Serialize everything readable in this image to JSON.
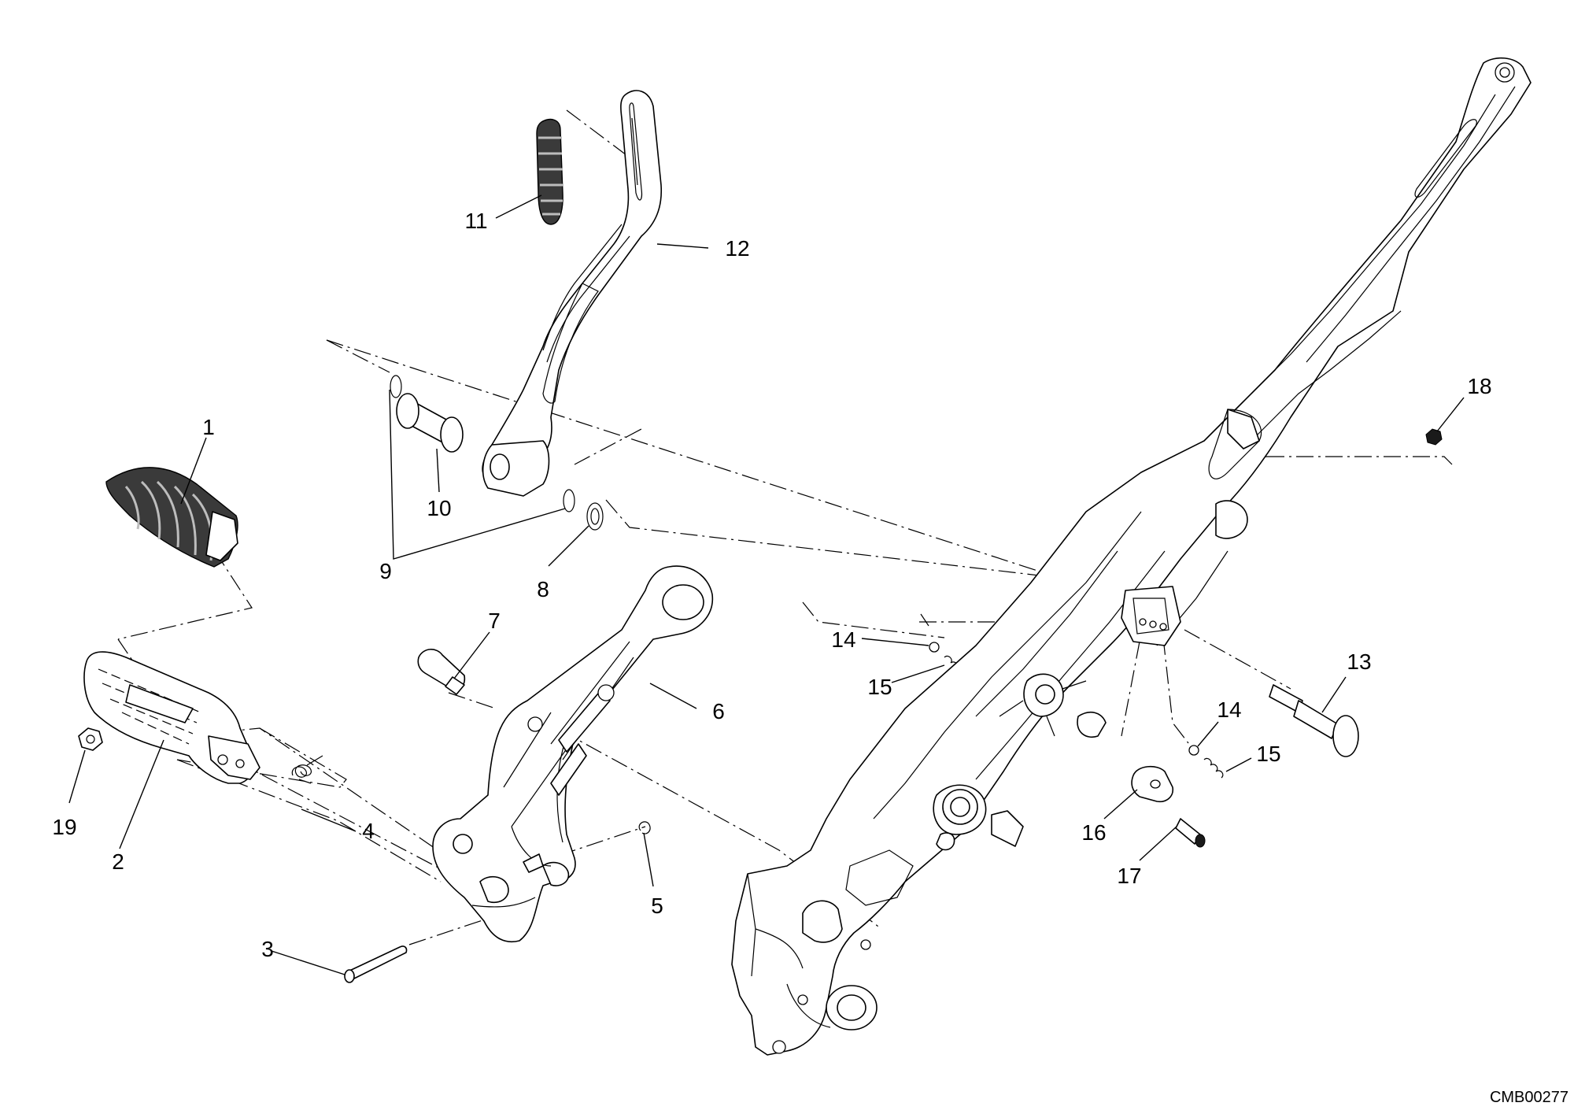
{
  "drawing_code": "CMB00277",
  "callouts": [
    "1",
    "2",
    "3",
    "4",
    "5",
    "6",
    "7",
    "8",
    "9",
    "10",
    "11",
    "12",
    "13",
    "14",
    "14",
    "15",
    "15",
    "16",
    "17",
    "18",
    "19"
  ]
}
